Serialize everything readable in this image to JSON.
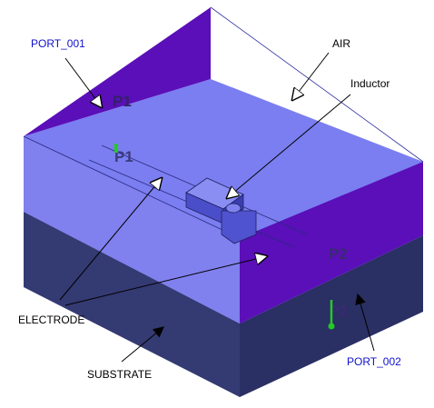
{
  "labels": {
    "port_001": "PORT_001",
    "port_002": "PORT_002",
    "air": "AIR",
    "inductor": "Inductor",
    "electrode": "ELECTRODE",
    "substrate": "SUBSTRATE"
  },
  "port_marks": {
    "p1_wall": "P1",
    "p1_plane": "P1",
    "p2_wall": "P2",
    "p2_plane": "P2"
  },
  "colors": {
    "wall_purple": "#5a0fb8",
    "top_face": "#7a7ef0",
    "front_face": "#8080ee",
    "substrate_front": "#343a72",
    "substrate_side": "#2a2f64",
    "port_label_blue": "#1010cc",
    "port_marker_green": "#22cc22",
    "outline": "#3232a0"
  }
}
